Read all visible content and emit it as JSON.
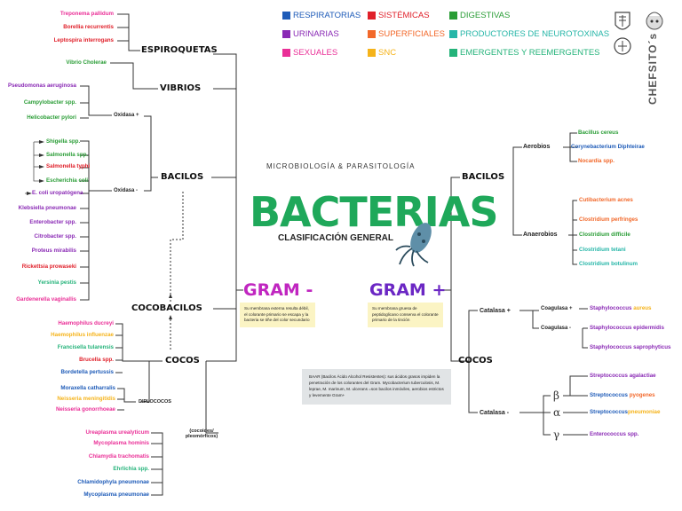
{
  "colors": {
    "respiratory": "#1e5bb8",
    "systemic": "#e0202a",
    "digestive": "#2a9d36",
    "urinary": "#8a2ab5",
    "superficial": "#f2682a",
    "neurotoxin": "#26b6a8",
    "sexual": "#ea2f97",
    "snc": "#f5b31a",
    "emergent": "#24b37a",
    "gram_neg": "#c026c0",
    "gram_pos": "#6b27c4",
    "title": "#1fa85a"
  },
  "legend": {
    "respiratorias": "RESPIRATORIAS",
    "sistemicas": "SISTÉMICAS",
    "digestivas": "DIGESTIVAS",
    "urinarias": "URINARIAS",
    "superficiales": "SUPERFICIALES",
    "neurotoxinas": "PRODUCTORES DE NEUROTOXINAS",
    "sexuales": "SEXUALES",
    "snc": "SNC",
    "emergentes": "EMERGENTES Y REEMERGENTES"
  },
  "brand": "CHEFSITO´s",
  "header": {
    "subtitle": "MICROBIOLOGÍA & PARASITOLOGÍA",
    "title": "BACTERIAS",
    "subtitle2": "CLASIFICACIÓN GENERAL"
  },
  "gram_neg": {
    "label": "GRAM -",
    "note": "Su membrana externa resulta débil, el colorante primario se escapa y la bacteria se tiñe del color secundario"
  },
  "gram_pos": {
    "label": "GRAM +",
    "note": "Su membrana gruesa de peptidoglicano conserva el colorante primario de la tinción"
  },
  "baar_note": "BAAR (Bacilos Ácido Alcohol Resistentes): sus ácidos grasos impiden la penetración de los colorantes del Gram. Mycobacterium tuberculosis, M. leprae, M. marinum, M. ulcerans =son bacilos inmóviles, aerobios estrictos y levemente Gram+",
  "neg": {
    "espiroquetas": {
      "label": "ESPIROQUETAS",
      "items": [
        "Treponema pallidum",
        "Borellia recurrentis",
        "Leptospira interrogans"
      ]
    },
    "vibrios": {
      "label": "VIBRIOS",
      "items": [
        "Vibrio Cholerae"
      ]
    },
    "bacilos": {
      "label": "BACILOS",
      "oxpos": "Oxidasa +",
      "oxneg": "Oxidasa -",
      "oxpos_items": [
        "Pseudomonas aeruginosa",
        "Campylobacter spp.",
        "Helicobacter pylori"
      ],
      "oxneg_items": [
        "Shigella spp.",
        "Salmonella spp.",
        "Salmonella typhi",
        "Escherichia coli",
        "E. coli uropatógena",
        "Klebsiella pneumonae",
        "Enterobacter spp.",
        "Citrobacter spp.",
        "Proteus mirabilis",
        "Rickettsia prowaseki",
        "Yersinia pestis",
        "Gardenerella vaginallis"
      ]
    },
    "cocobacilos": {
      "label": "COCOBACILOS"
    },
    "cocos": {
      "label": "COCOS",
      "items": [
        "Haemophilus ducreyi",
        "Haemophilus influenzae",
        "Francisella tularensis",
        "Brucella spp.",
        "Bordetella pertussis"
      ],
      "diplococos": "DIPLOCOCOS",
      "diplo_items": [
        "Moraxella catharralis",
        "Neisseria meningitidis",
        "Neisseria gonorrhoeae"
      ],
      "cocoides": "(cocoides/ pleomórficos)",
      "cocoide_items": [
        "Ureaplasma urealyticum",
        "Mycoplasma hominis",
        "Chlamydia trachomatis",
        "Ehrlichia spp.",
        "Chlamidophyla pneumonae",
        "Mycoplasma pneumonae"
      ]
    }
  },
  "pos": {
    "bacilos": {
      "label": "BACILOS",
      "aerobios": "Aerobios",
      "anaerobios": "Anaerobios",
      "aerobios_items": [
        "Bacillus cereus",
        "Corynebacterium Diphteirae",
        "Nocardia spp."
      ],
      "anaerobios_items": [
        "Cutibacterium acnes",
        "Clostridium perfringes",
        "Clostridium difficile",
        "Clostridium tetani",
        "Clostridium botulinum"
      ]
    },
    "cocos": {
      "label": "COCOS",
      "catpos": "Catalasa +",
      "catneg": "Catalasa -",
      "coagpos": "Coagulasa +",
      "coagneg": "Coagulasa -",
      "beta": "β",
      "alpha": "α",
      "gamma": "γ",
      "staph": [
        {
          "base": "Staphylococcus",
          "sp": "aureus"
        },
        {
          "base": "Staphylococcus epidermidis",
          "sp": ""
        },
        {
          "base": "Staphylococcus saprophyticus",
          "sp": ""
        }
      ],
      "strep": [
        {
          "base": "Streptococcus agalactiae",
          "sp": ""
        },
        {
          "base": "Streptococcus",
          "sp": "pyogenes"
        },
        {
          "base": "Streptococcus",
          "sp": "pneumoniae"
        },
        {
          "base": "Enterococcus spp.",
          "sp": ""
        }
      ]
    }
  }
}
